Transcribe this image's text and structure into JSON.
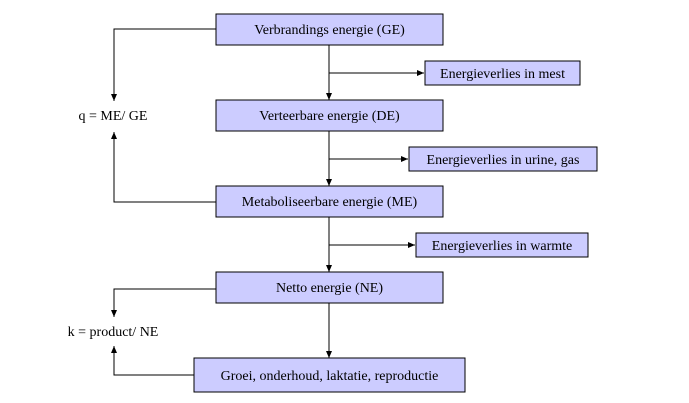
{
  "flow": {
    "gross_energy": "Verbrandings energie (GE)",
    "loss_manure": "Energieverlies in mest",
    "digestible_energy": "Verteerbare energie (DE)",
    "loss_urine_gas": "Energieverlies in urine, gas",
    "metabolizable_energy": "Metaboliseerbare energie (ME)",
    "loss_heat": "Energieverlies in warmte",
    "net_energy": "Netto energie (NE)",
    "production": "Groei, onderhoud, laktatie, reproductie"
  },
  "formulas": {
    "q": "q = ME/ GE",
    "k": "k = product/ NE"
  }
}
